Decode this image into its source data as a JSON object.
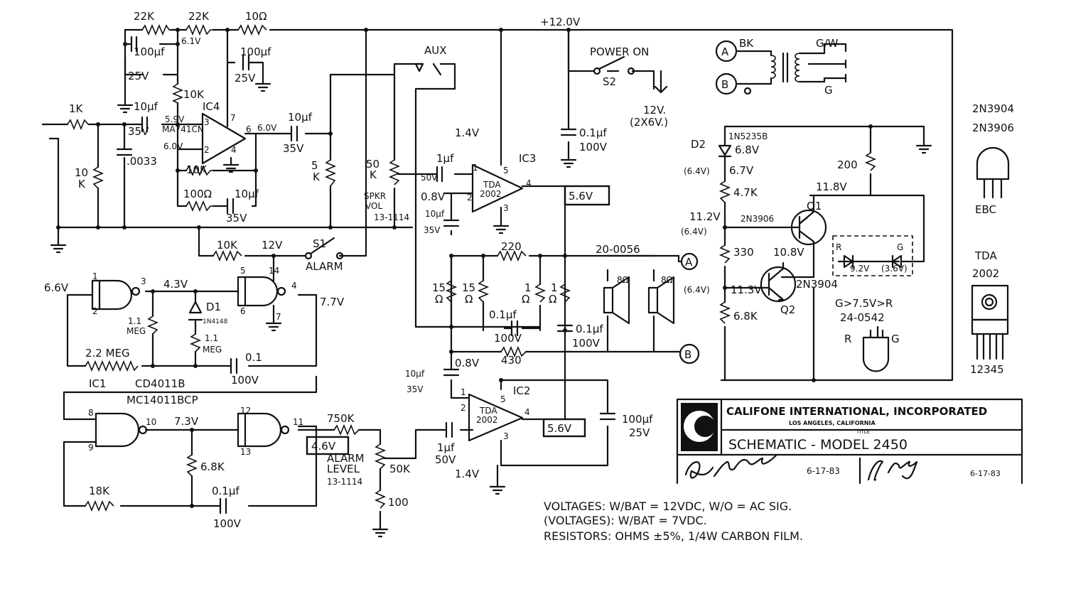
{
  "supply": {
    "rail": "+12.0V"
  },
  "power": {
    "switch_label": "POWER ON",
    "switch_ref": "S2",
    "battery_line1": "12V.",
    "battery_line2": "(2X6V.)"
  },
  "aux": {
    "label": "AUX"
  },
  "alarm": {
    "switch_ref": "S1",
    "switch_label": "ALARM",
    "level_line1": "ALARM",
    "level_line2": "LEVEL",
    "level_part": "13-1114",
    "level_value": "50K",
    "r_bottom": "100",
    "r_top": "750K",
    "boxed_voltage": "4.6V"
  },
  "speaker_vol": {
    "value_line1": "50",
    "value_line2": "K",
    "label_line1": "SPKR",
    "label_line2": "VOL",
    "part": "13-1114"
  },
  "ic4": {
    "ref": "IC4",
    "part": "MA741CN",
    "pin7": "7",
    "pin6": "6",
    "pin4": "4",
    "pin2": "2",
    "pin3": "3",
    "v_in_plus": "5.9V",
    "v_in_minus": "6.0V",
    "v_out": "6.0V",
    "v_rail": "6.1V"
  },
  "ic3": {
    "ref": "IC3",
    "part_line1": "TDA",
    "part_line2": "2002",
    "pin1": "1",
    "pin2": "2",
    "pin3": "3",
    "pin4": "4",
    "pin5": "5",
    "v_pin1": "1.4V",
    "v_pin2": "0.8V",
    "out_box": "5.6V"
  },
  "ic2": {
    "ref": "IC2",
    "part_line1": "TDA",
    "part_line2": "2002",
    "pin1": "1",
    "pin2": "2",
    "pin3": "3",
    "pin4": "4",
    "pin5": "5",
    "v_in": "0.8V",
    "v_bottom": "1.4V",
    "out_box": "5.6V"
  },
  "ic1": {
    "ref": "IC1",
    "part": "CD4011B",
    "alt_part": "MC14011BCP",
    "v_in": "6.6V",
    "v_mid": "4.3V",
    "v_supply": "12V",
    "v_out": "7.7V",
    "v_gate3": "7.3V",
    "pins": [
      "1",
      "2",
      "3",
      "5",
      "6",
      "4",
      "14",
      "7",
      "8",
      "9",
      "10",
      "12",
      "13",
      "11"
    ]
  },
  "parts": {
    "r_22k_a": "22K",
    "r_22k_b": "22K",
    "r_10ohm": "10Ω",
    "c_100uf_a": "100μf",
    "c_25v_a": "25V",
    "c_100uf_b": "100μf",
    "c_25v_b": "25V",
    "r_10k_ic4": "10K",
    "r_1k": "1K",
    "r_10k_in_a": "10",
    "r_10k_in_b": "K",
    "c_10uf_in": "10μf",
    "c_35v_in": "35V",
    "c_0033": ".0033",
    "r_10k_fb": "10K",
    "r_100ohm": "100Ω",
    "c_10uf_fb": "10μf",
    "c_35v_fb": "35V",
    "c_10uf_out": "10μf",
    "c_35v_out": "35V",
    "r_5k_a": "5",
    "r_5k_b": "K",
    "c_1uf": "1μf",
    "c_50v": "50V",
    "c_10uf_ic3": "10μf",
    "c_35v_ic3": "35V",
    "c_01uf_top": "0.1μf",
    "c_100v_top": "100V",
    "r_220": "220",
    "r_15_a": "15",
    "r_15_b": "15",
    "r_1_a": "1",
    "r_1_b": "1",
    "ohm": "Ω",
    "c_01uf_mid": "0.1μf",
    "c_100v_mid": "100V",
    "c_01uf_out": "0.1μf",
    "c_100v_out": "100V",
    "r_430": "430",
    "c_10uf_ic2": "10μf",
    "c_35v_ic2": "35V",
    "c_1uf_ic2": "1μf",
    "c_50v_ic2": "50V",
    "c_100uf_ic2": "100μf",
    "c_25v_ic2": "25V",
    "r_10k_alarm": "10K",
    "r_11meg": "1.1",
    "meg": "MEG",
    "r_22meg": "2.2 MEG",
    "c_01": "0.1",
    "c_100v_osc": "100V",
    "d1": "D1",
    "d1_part": "1N4148",
    "r_68k_alarm": "6.8K",
    "r_18k": "18K",
    "c_01uf_alarm": "0.1μf",
    "c_100v_alarm": "100V",
    "spk_a": "8Ω",
    "spk_b": "8Ω",
    "speaker_part": "20-0056",
    "node_a": "A",
    "node_b": "B"
  },
  "regulator": {
    "d2": "D2",
    "d2_part": "1N5235B",
    "d2_v": "6.8V",
    "v_67": "6.7V",
    "v_64a": "(6.4V)",
    "r_47k": "4.7K",
    "r_200": "200",
    "v_118": "11.8V",
    "v_112": "11.2V",
    "v_64b": "(6.4V)",
    "q1": "Q1",
    "q1_part": "2N3906",
    "r_330": "330",
    "v_108": "10.8V",
    "v_113": "11.3V",
    "v_64c": "(6.4V)",
    "q2": "Q2",
    "q2_part": "2N3904",
    "r_68k": "6.8K",
    "led_r": "R",
    "led_g": "G",
    "led_v": "9.2V",
    "led_v2": "(3.6V)",
    "led_note": "G>7.5V>R",
    "led_part": "24-0542",
    "led_leg_r": "R",
    "led_leg_g": "G"
  },
  "transformer": {
    "a": "A",
    "b": "B",
    "bk": "BK",
    "gw": "G/W",
    "g": "G"
  },
  "pinouts": {
    "trans_a": "2N3904",
    "trans_b": "2N3906",
    "ebc": "EBC",
    "tda_line1": "TDA",
    "tda_line2": "2002",
    "tda_pins": "12345"
  },
  "title_block": {
    "company": "CALIFONE INTERNATIONAL, INCORPORATED",
    "city": "LOS ANGELES, CALIFORNIA",
    "title_tag": "TITLE",
    "title": "SCHEMATIC - MODEL 2450",
    "date1": "6-17-83",
    "date2": "6-17-83"
  },
  "notes": {
    "line1": "VOLTAGES: W/BAT = 12VDC, W/O = AC SIG.",
    "line2": "(VOLTAGES): W/BAT = 7VDC.",
    "line3": "RESISTORS: OHMS ±5%, 1/4W CARBON FILM."
  }
}
